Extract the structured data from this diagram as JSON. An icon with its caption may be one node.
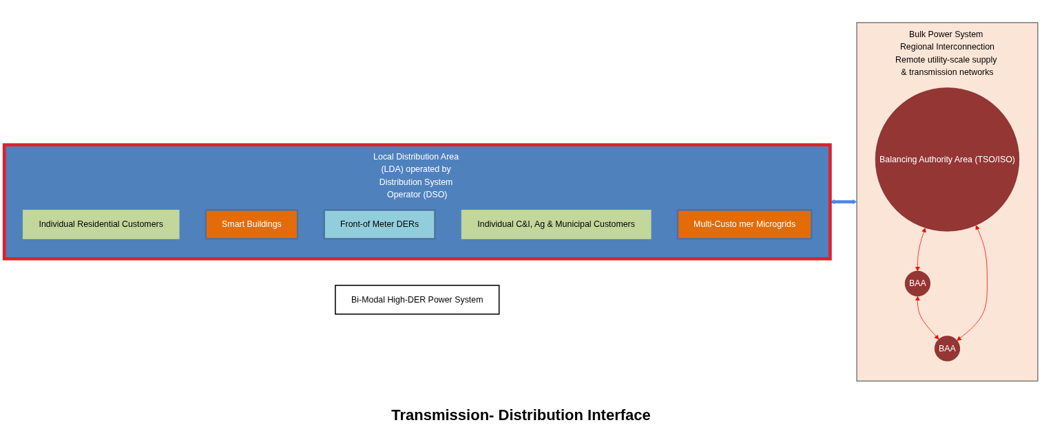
{
  "diagram": {
    "nodes": [
      {
        "text": [
          "Local Distribution Area (LDA) operated by Distribution System Operator (DSO)"
        ]
      },
      {
        "text": [
          "Individual Residential Customers"
        ],
        "in": 0
      },
      {
        "text": [
          "Smart Buildings"
        ],
        "in": 0
      },
      {
        "text": [
          "Front-of Meter DERs"
        ],
        "in": 0
      },
      {
        "text": [
          "Individual C&I, Ag & Municipal Customers"
        ],
        "in": 0
      },
      {
        "text": [
          "Multi-Custo mer Microgrids"
        ],
        "in": 0
      },
      {
        "text": [
          "Bi-Modal High-DER Power System"
        ]
      },
      {
        "text": [
          "Bulk Power System Regional Interconnection",
          "Remote utility-scale supply & transmission networks"
        ]
      },
      {
        "text": [
          "Balancing Authority Area (TSO/ISO)"
        ],
        "in": 7
      },
      {
        "text": [
          "BAA"
        ],
        "in": 7
      },
      {
        "text": [
          "BAA"
        ],
        "in": 7
      }
    ],
    "edges": [
      {
        "from": 0,
        "to": 7,
        "arrow": "both",
        "style": "thick",
        "color": "#4a86e8"
      },
      {
        "from": 8,
        "to": 9,
        "arrow": "both",
        "color": "#ff0000"
      },
      {
        "from": 9,
        "to": 10,
        "arrow": "both",
        "color": "#ff0000"
      },
      {
        "from": 8,
        "to": 10,
        "arrow": "both",
        "color": "#ff0000"
      }
    ],
    "labels": [
      "Transmission- Distribution Interface"
    ]
  }
}
